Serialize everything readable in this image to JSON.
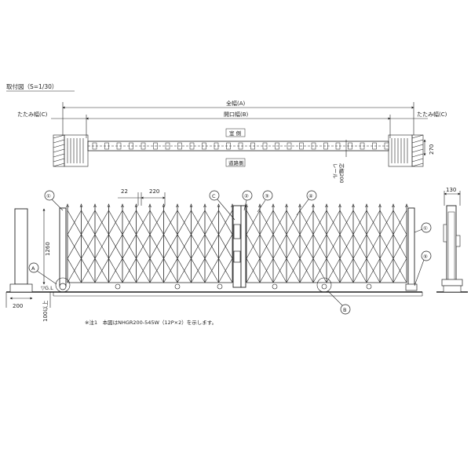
{
  "drawing": {
    "title": "取付図（S=1/30）",
    "note": "※注1　本図はNHGR200-545W（12P×2）を示します。"
  },
  "plan": {
    "overall_width": "全幅(A)",
    "opening_width": "開口幅(B)",
    "fold_width_left": "たたみ幅(C)",
    "fold_width_right": "たたみ幅(C)",
    "inside_label": "室 側",
    "road_label": "道路側",
    "rail_label": "レール\n芯幅200",
    "depth": "270"
  },
  "elevation": {
    "pitch_22": "22",
    "pitch_220": "220",
    "height": "1260",
    "post_width": "200",
    "embed_depth": "100以上",
    "ground_line": "▽G.L",
    "side_width": "130"
  },
  "callouts": {
    "c1_left": "①",
    "c1_right": "①",
    "c2": "②",
    "c3": "③",
    "c4": "④",
    "c5": "⑤",
    "a": "A",
    "b": "B",
    "c": "C"
  }
}
